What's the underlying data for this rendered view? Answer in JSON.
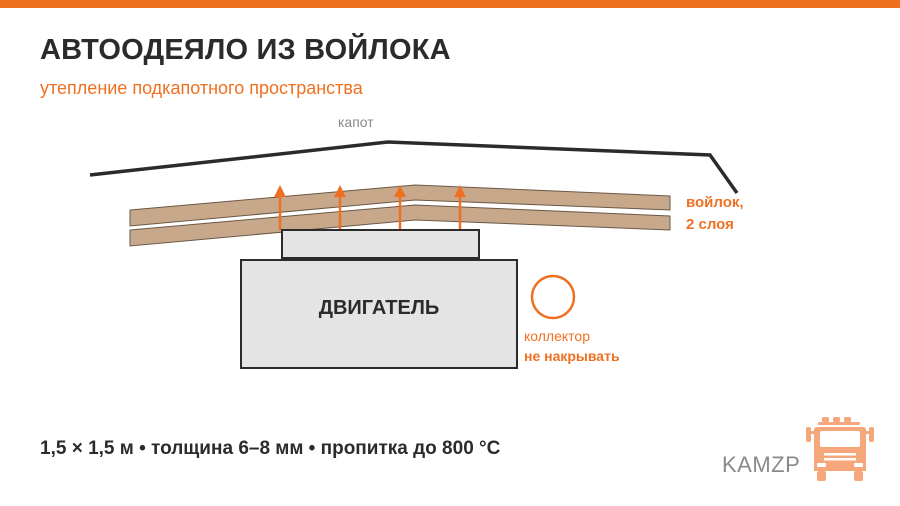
{
  "header": {
    "title": "АВТООДЕЯЛО ИЗ ВОЙЛОКА",
    "subtitle": "утепление подкапотного пространства"
  },
  "diagram": {
    "hood_label": "капот",
    "felt_label_line1": "войлок,",
    "felt_label_line2": "2 слоя",
    "engine_label": "ДВИГАТЕЛЬ",
    "collector_label_line1": "коллектор",
    "collector_label_line2": "не накрывать"
  },
  "footer": {
    "specs": "1,5 × 1,5 м  •  толщина 6–8 мм  •  пропитка до 800 °C",
    "logo_text": "KAMZP"
  },
  "colors": {
    "accent": "#F07022",
    "felt": "#C8A88A",
    "outline": "#2b2b2b",
    "engine_fill": "#e4e4e4",
    "muted_text": "#8a8a8a"
  },
  "icons": {
    "logo": "truck-icon"
  }
}
